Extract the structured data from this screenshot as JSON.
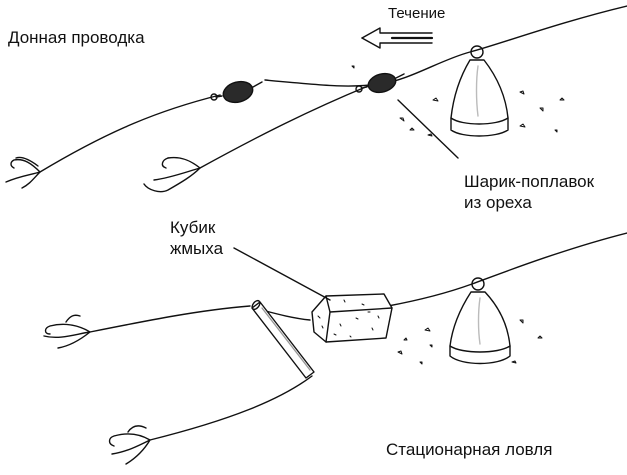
{
  "labels": {
    "top_title": "Донная проводка",
    "current": "Течение",
    "float_line1": "Шарик-поплавок",
    "float_line2": "из ореха",
    "cube_line1": "Кубик",
    "cube_line2": "жмыха",
    "bottom_title": "Стационарная ловля"
  },
  "icons": {
    "current_arrow": "left-arrow-icon",
    "sinker": "bell-sinker-icon",
    "worm": "worm-bait-icon",
    "float": "nut-float-icon",
    "bait_cube": "cake-cube-icon",
    "stick": "stick-float-icon"
  },
  "colors": {
    "ink": "#111111",
    "paper": "#ffffff",
    "float_fill": "#2a2a2a"
  }
}
